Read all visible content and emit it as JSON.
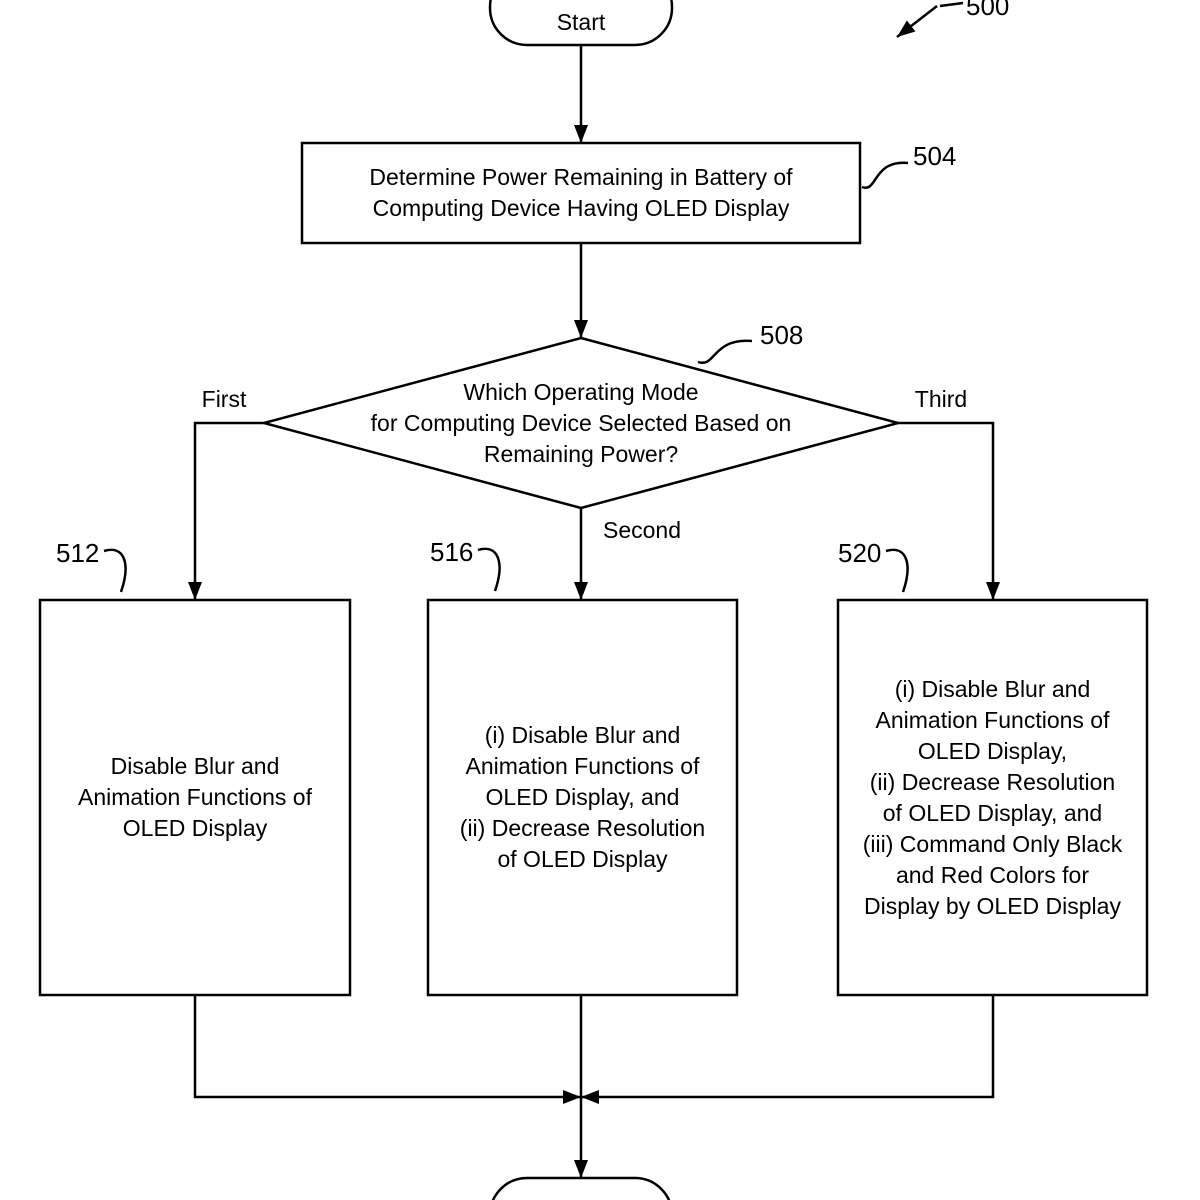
{
  "figure": {
    "figure_ref": "500"
  },
  "terminals": {
    "start_label": "Start"
  },
  "steps": {
    "step_504": {
      "ref": "504",
      "text": "Determine Power Remaining in Battery of\nComputing Device Having OLED Display"
    },
    "decision_508": {
      "ref": "508",
      "text": "Which Operating Mode\nfor Computing Device Selected Based on\nRemaining Power?"
    },
    "step_512": {
      "ref": "512",
      "text": "Disable Blur and\nAnimation Functions of\nOLED Display"
    },
    "step_516": {
      "ref": "516",
      "text": "(i) Disable Blur and\nAnimation Functions of\nOLED Display, and\n(ii) Decrease Resolution\nof OLED Display"
    },
    "step_520": {
      "ref": "520",
      "text": "(i) Disable Blur and\nAnimation Functions of\nOLED Display,\n(ii) Decrease Resolution\nof OLED Display, and\n(iii) Command Only Black\nand Red Colors for\nDisplay by OLED Display"
    }
  },
  "branches": {
    "first": "First",
    "second": "Second",
    "third": "Third"
  },
  "colors": {
    "line": "#000000",
    "fill": "#ffffff"
  }
}
